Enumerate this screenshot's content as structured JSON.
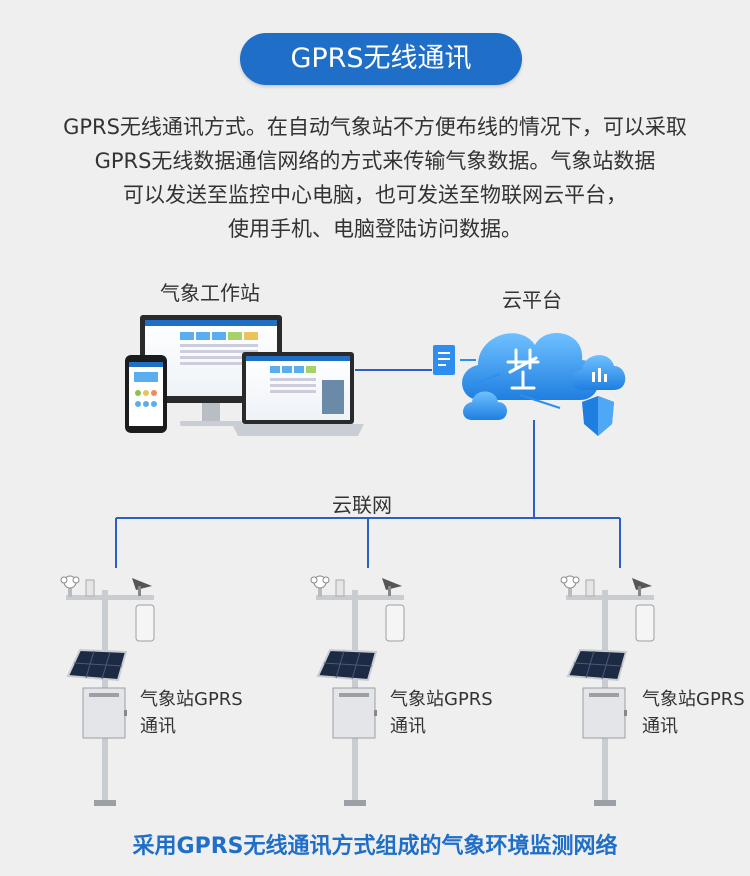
{
  "title": "GPRS无线通讯",
  "intro_lines": [
    "GPRS无线通讯方式。在自动气象站不方便布线的情况下，可以采取",
    "GPRS无线数据通信网络的方式来传输气象数据。气象站数据",
    "可以发送至监控中心电脑，也可发送至物联网云平台，",
    "使用手机、电脑登陆访问数据。"
  ],
  "workstation_label": "气象工作站",
  "cloud_platform_label": "云平台",
  "cloud_network_label": "云联网",
  "stations": [
    {
      "line1": "气象站GPRS",
      "line2": "通讯"
    },
    {
      "line1": "气象站GPRS",
      "line2": "通讯"
    },
    {
      "line1": "气象站GPRS",
      "line2": "通讯"
    }
  ],
  "footer": "采用GPRS无线通讯方式组成的气象环境监测网络",
  "colors": {
    "accent": "#1f6fc9",
    "line": "#2b5fc4",
    "background": "#efefef"
  }
}
